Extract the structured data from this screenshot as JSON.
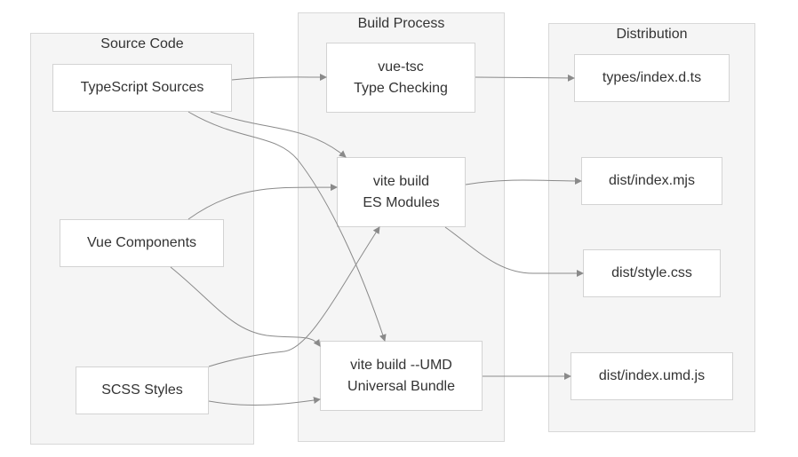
{
  "clusters": {
    "source": {
      "label": "Source Code"
    },
    "build": {
      "label": "Build Process"
    },
    "dist": {
      "label": "Distribution"
    }
  },
  "nodes": {
    "typescript_sources": {
      "label": "TypeScript Sources"
    },
    "vue_components": {
      "label": "Vue Components"
    },
    "scss_styles": {
      "label": "SCSS Styles"
    },
    "vue_tsc": {
      "line1": "vue-tsc",
      "line2": "Type Checking"
    },
    "vite_es": {
      "line1": "vite build",
      "line2": "ES Modules"
    },
    "vite_umd": {
      "line1": "vite build --UMD",
      "line2": "Universal Bundle"
    },
    "types_index": {
      "label": "types/index.d.ts"
    },
    "dist_mjs": {
      "label": "dist/index.mjs"
    },
    "dist_css": {
      "label": "dist/style.css"
    },
    "dist_umd": {
      "label": "dist/index.umd.js"
    }
  },
  "edges": [
    {
      "from": "TypeScript Sources",
      "to": "vue-tsc Type Checking"
    },
    {
      "from": "TypeScript Sources",
      "to": "vite build ES Modules"
    },
    {
      "from": "TypeScript Sources",
      "to": "vite build --UMD Universal Bundle"
    },
    {
      "from": "Vue Components",
      "to": "vite build ES Modules"
    },
    {
      "from": "Vue Components",
      "to": "vite build --UMD Universal Bundle"
    },
    {
      "from": "SCSS Styles",
      "to": "vite build ES Modules"
    },
    {
      "from": "SCSS Styles",
      "to": "vite build --UMD Universal Bundle"
    },
    {
      "from": "vue-tsc Type Checking",
      "to": "types/index.d.ts"
    },
    {
      "from": "vite build ES Modules",
      "to": "dist/index.mjs"
    },
    {
      "from": "vite build ES Modules",
      "to": "dist/style.css"
    },
    {
      "from": "vite build --UMD Universal Bundle",
      "to": "dist/index.umd.js"
    }
  ],
  "colors": {
    "cluster_fill": "#f5f5f5",
    "cluster_border": "#d8d8d8",
    "node_fill": "#ffffff",
    "node_border": "#d3d3d3",
    "edge": "#8a8a8a",
    "text": "#333333"
  }
}
